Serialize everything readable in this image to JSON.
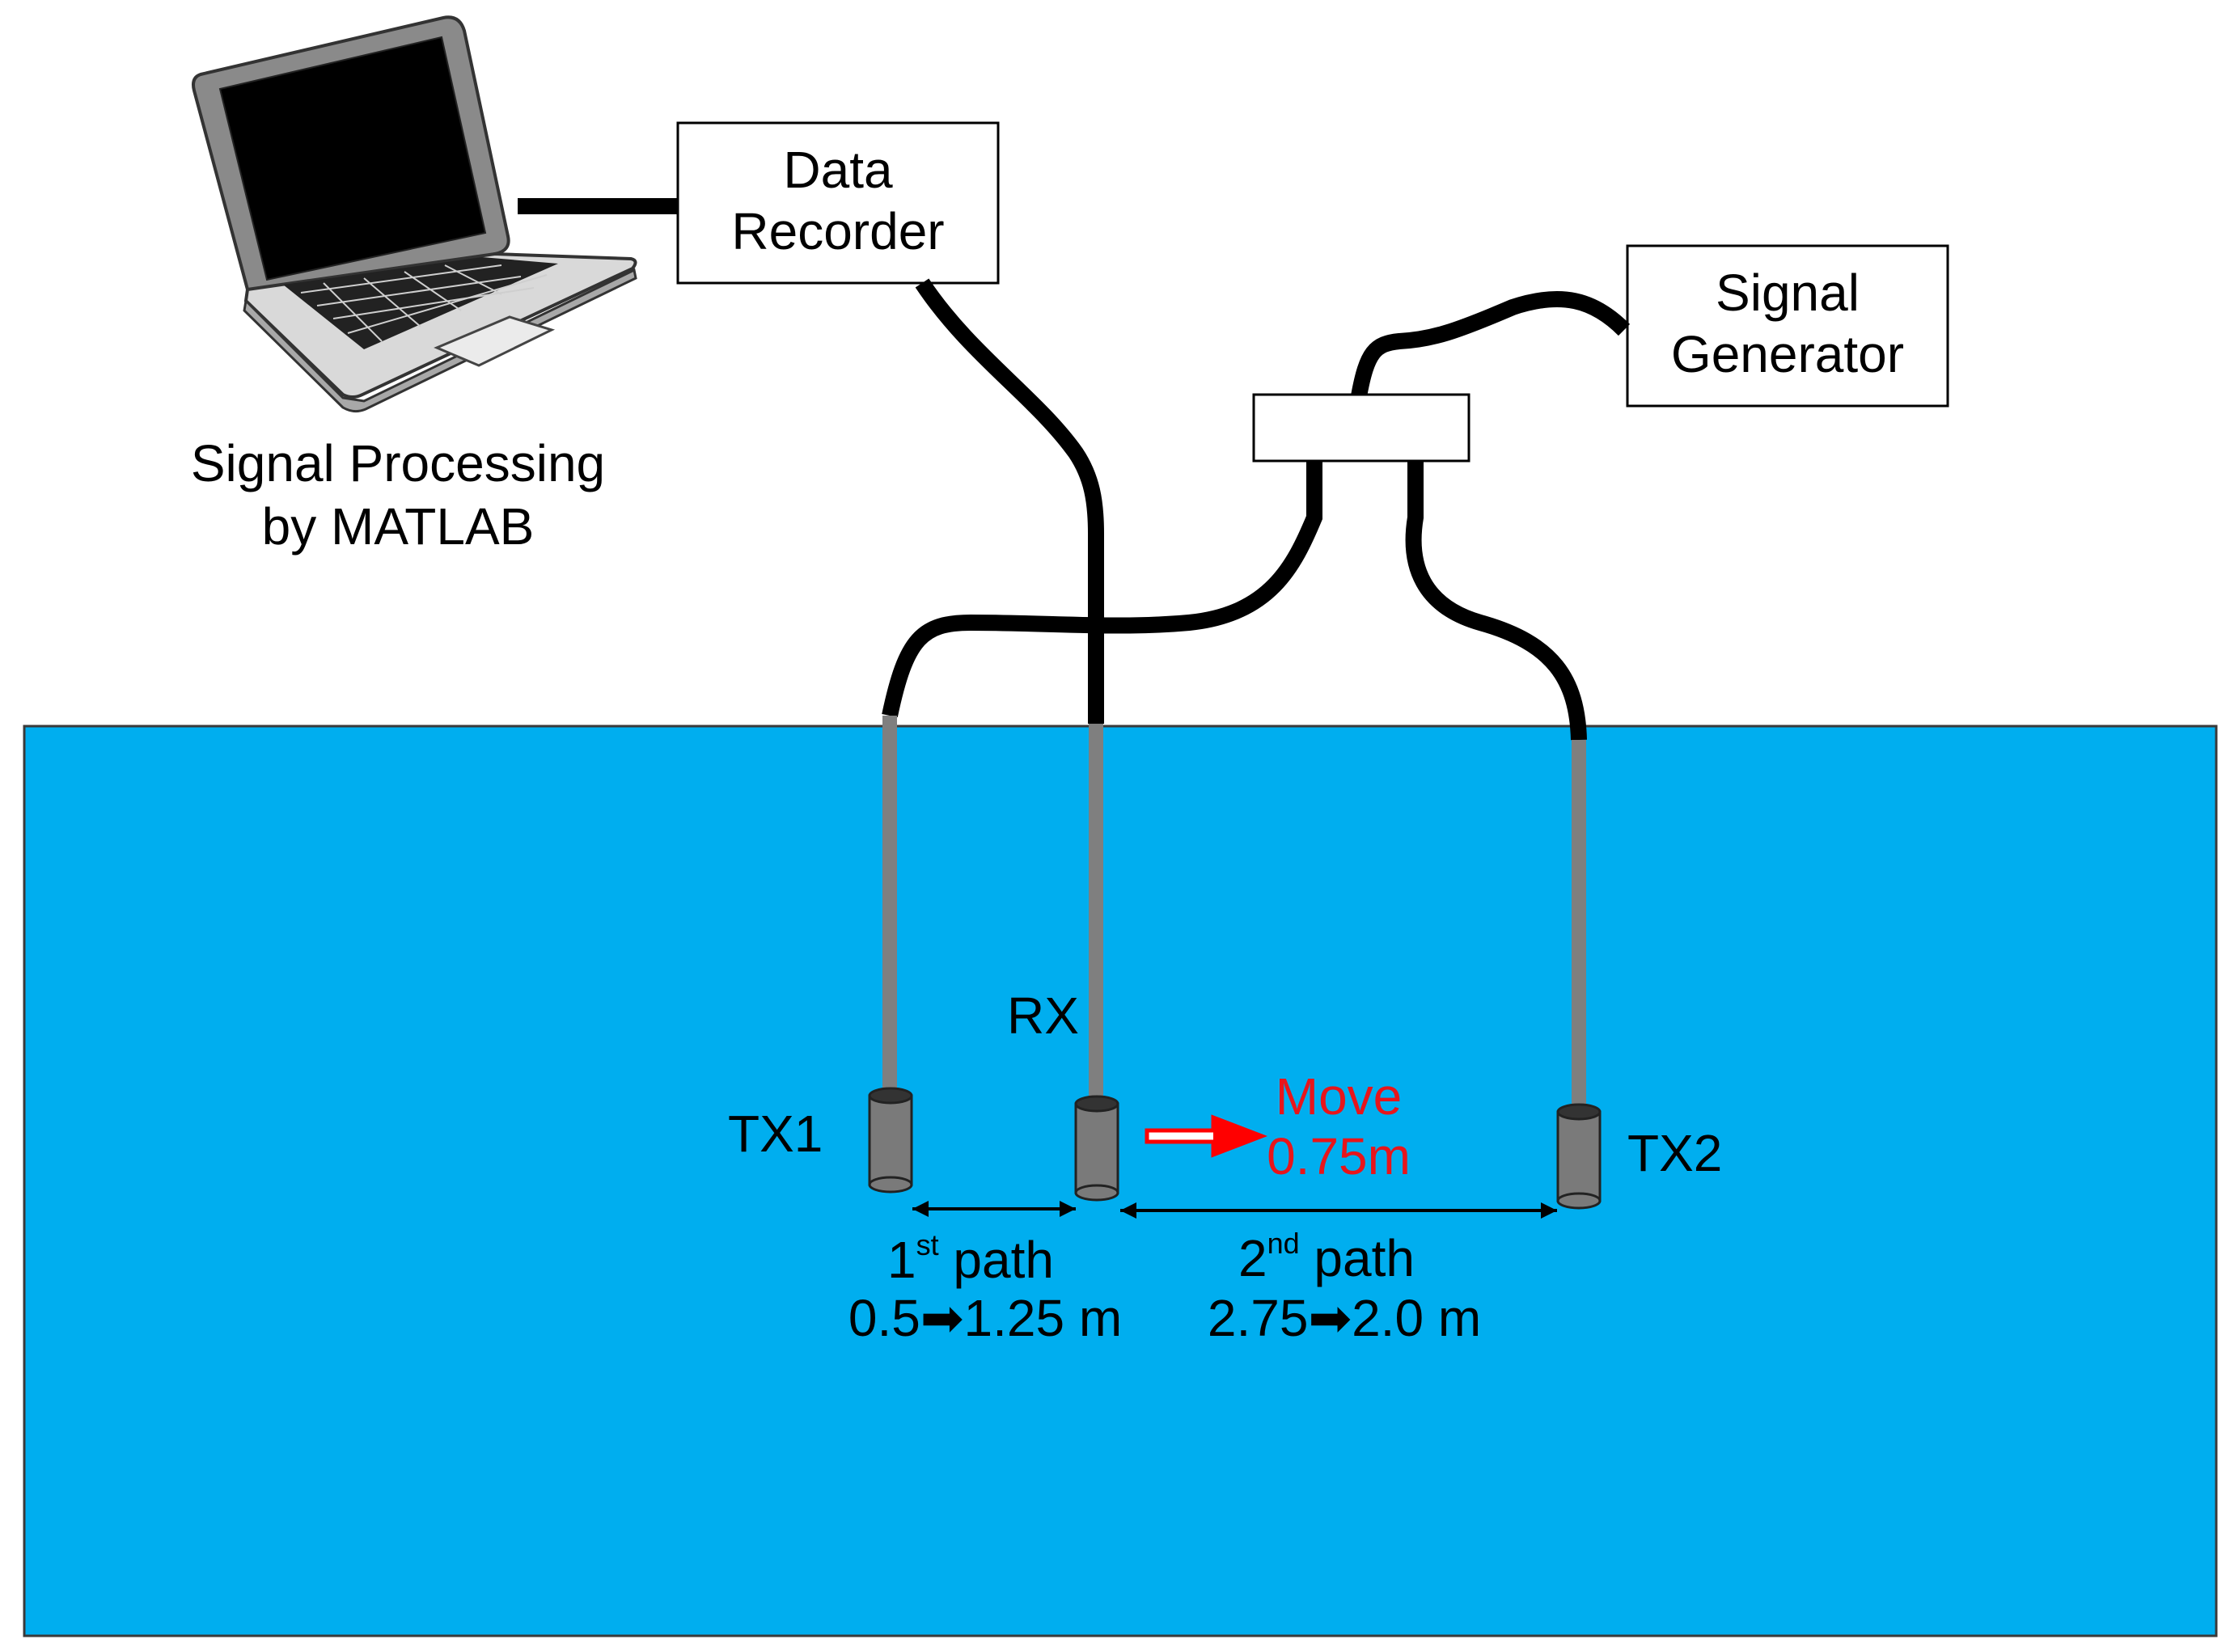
{
  "laptop": {
    "caption_line1": "Signal Processing",
    "caption_line2": "by MATLAB"
  },
  "data_recorder": {
    "line1": "Data",
    "line2": "Recorder"
  },
  "signal_generator": {
    "line1": "Signal",
    "line2": "Generator"
  },
  "transducers": {
    "tx1": "TX1",
    "rx": "RX",
    "tx2": "TX2"
  },
  "move": {
    "line1": "Move",
    "line2": "0.75m"
  },
  "path1": {
    "number": "1",
    "suffix": "st",
    "word": "path",
    "from": "0.5",
    "to": "1.25 m"
  },
  "path2": {
    "number": "2",
    "suffix": "nd",
    "word": "path",
    "from": "2.75",
    "to": "2.0 m"
  },
  "colors": {
    "water": "#00AEEF",
    "cable": "#000000",
    "rod": "#7F7F7F",
    "sensor": "#7A7A7A",
    "move_arrow": "#FF0000",
    "move_text": "#E8151B"
  }
}
